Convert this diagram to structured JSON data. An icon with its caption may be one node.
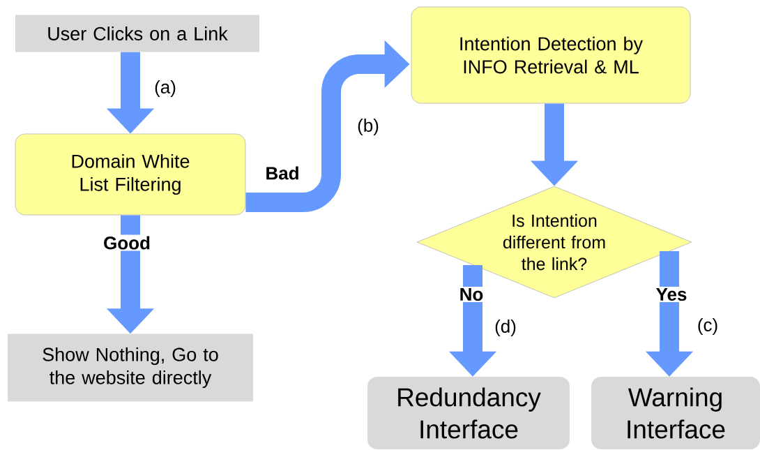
{
  "diagram": {
    "nodes": [
      {
        "text": [
          "User Clicks on a Link"
        ]
      },
      {
        "text": [
          "Domain White List Filtering"
        ]
      },
      {
        "text": [
          "Show Nothing, Go to the website directly"
        ]
      },
      {
        "text": [
          "Intention Detection by INFO Retrieval & ML"
        ]
      },
      {
        "text": [
          "Is Intention different from the link?"
        ]
      },
      {
        "text": [
          "Redundancy Interface"
        ]
      },
      {
        "text": [
          "Warning Interface"
        ]
      }
    ],
    "edges": [
      {
        "from": 0,
        "to": 1,
        "arrow": "to",
        "label": "(a)"
      },
      {
        "from": 1,
        "to": 2,
        "arrow": "to"
      },
      {
        "from": 1,
        "to": 3,
        "arrow": "to",
        "label": "(b)"
      },
      {
        "from": 3,
        "to": 4,
        "arrow": "to"
      },
      {
        "from": 4,
        "to": 5,
        "arrow": "to",
        "label": "(d)"
      },
      {
        "from": 4,
        "to": 6,
        "arrow": "to",
        "label": "(c)"
      }
    ],
    "labels": [
      "Bad",
      "Good",
      "No",
      "Yes"
    ]
  }
}
